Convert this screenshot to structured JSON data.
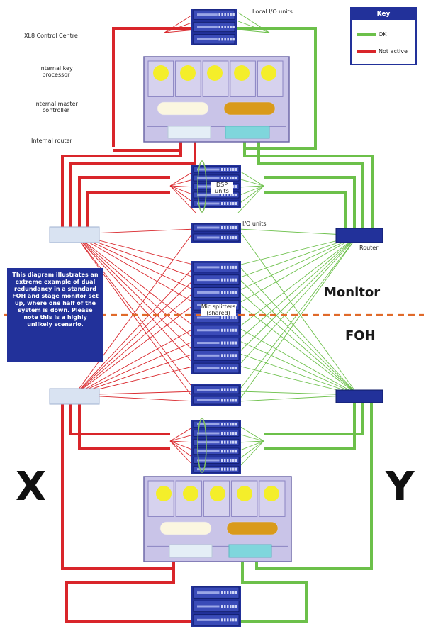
{
  "key": {
    "title": "Key",
    "ok_label": "OK",
    "not_active_label": "Not active",
    "ok_color": "#6cc04a",
    "not_active_color": "#d9252a"
  },
  "labels": {
    "local_io": "Local I/O units",
    "control_centre": "XL8 Control Centre",
    "key_processor": "Internal key processor",
    "master_controller": "Internal master controller",
    "internal_router": "Internal router",
    "dsp_units": "DSP units",
    "io_units": "I/O units",
    "router": "Router",
    "mic_splitters": "Mic splitters (shared)"
  },
  "note": "This diagram illustrates an extreme example of dual redundancy in a standard FOH and stage monitor set up, where one half of the system is down. Please note this is a highly unlikely scenario.",
  "zones": {
    "monitor": "Monitor",
    "foh": "FOH"
  },
  "sides": {
    "left": "X",
    "right": "Y"
  },
  "colors": {
    "rack": "#22319a",
    "console": "#c9c4e8",
    "key_processor": "#f4ee2a",
    "master_left": "#fbf6e0",
    "master_right": "#d99a1a",
    "router_left": "#e4eef6",
    "router_right": "#7fd6dc",
    "divider": "#e06a2a"
  }
}
